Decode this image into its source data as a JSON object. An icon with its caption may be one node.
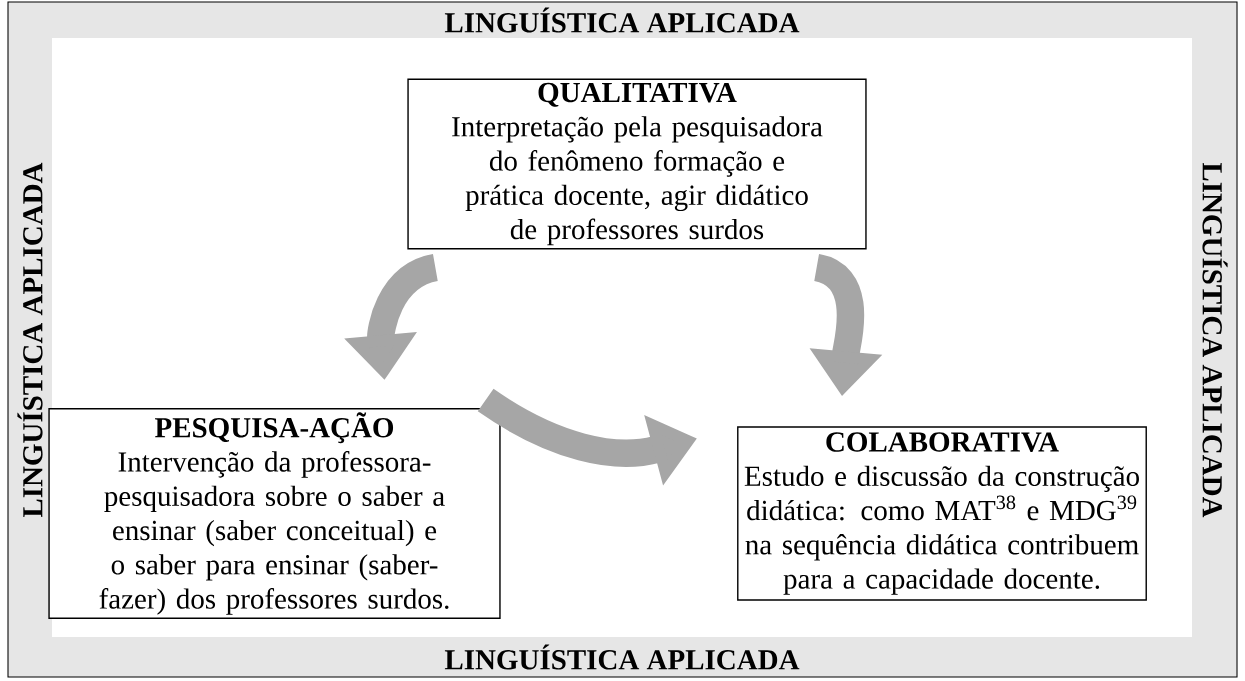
{
  "diagram": {
    "nodes": [
      {
        "text": [
          "QUALITATIVA",
          "Interpretação pela pesquisadora do fenômeno formação e prática docente, agir didático de professores surdos"
        ]
      },
      {
        "text": [
          "PESQUISA-AÇÃO",
          "Intervenção da professora-pesquisadora sobre o saber a ensinar (saber conceitual) e o saber para ensinar (saber-fazer) dos professores surdos."
        ]
      },
      {
        "text": [
          "COLABORATIVA",
          "Estudo e discussão da construção didática: como MAT$^{38}$ e MDG$^{39}$ na sequência didática contribuem para a capacidade docente."
        ]
      }
    ],
    "edges": [
      {
        "from": 0,
        "to": 1,
        "arrow": "to"
      },
      {
        "from": 0,
        "to": 2,
        "arrow": "to"
      },
      {
        "from": 1,
        "to": 2,
        "arrow": "to"
      }
    ],
    "labels": [
      "LINGUÍSTICA APLICADA",
      "LINGUÍSTICA APLICADA",
      "LINGUÍSTICA APLICADA",
      "LINGUÍSTICA APLICADA"
    ]
  }
}
